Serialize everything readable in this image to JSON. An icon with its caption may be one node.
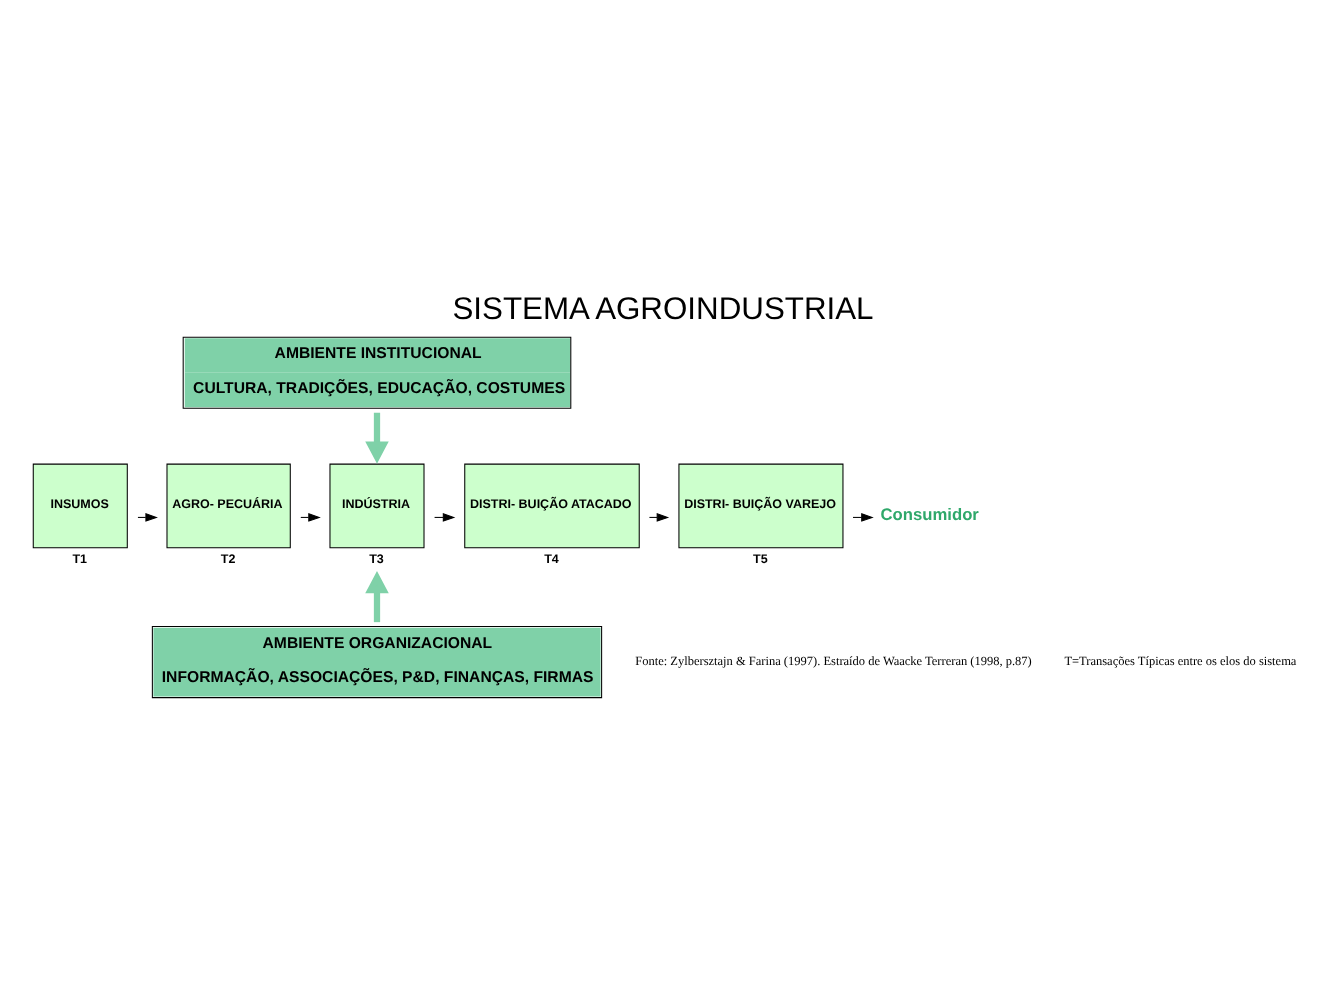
{
  "diagram": {
    "title": "SISTEMA AGROINDUSTRIAL",
    "nodes": [
      {
        "text": [
          "AMBIENTE INSTITUCIONAL",
          "CULTURA, TRADIÇÕES, EDUCAÇÃO, COSTUMES"
        ]
      },
      {
        "text": [
          "INSUMOS"
        ],
        "beside": [
          "T1"
        ]
      },
      {
        "text": [
          "AGRO- PECUÁRIA"
        ],
        "beside": [
          "T2"
        ]
      },
      {
        "text": [
          "INDÚSTRIA"
        ],
        "beside": [
          "T3"
        ]
      },
      {
        "text": [
          "DISTRI- BUIÇÃO ATACADO"
        ],
        "beside": [
          "T4"
        ]
      },
      {
        "text": [
          "DISTRI- BUIÇÃO VAREJO"
        ],
        "beside": [
          "T5"
        ]
      },
      {
        "text": [
          "Consumidor"
        ]
      },
      {
        "text": [
          "AMBIENTE ORGANIZACIONAL",
          "INFORMAÇÃO, ASSOCIAÇÕES, P&D, FINANÇAS, FIRMAS"
        ]
      }
    ],
    "edges": [
      {
        "from": 0,
        "to": 3,
        "arrow": "to",
        "style": "thick",
        "color": "#7fd1a8"
      },
      {
        "from": 1,
        "to": 2,
        "arrow": "to"
      },
      {
        "from": 2,
        "to": 3,
        "arrow": "to"
      },
      {
        "from": 3,
        "to": 4,
        "arrow": "to"
      },
      {
        "from": 4,
        "to": 5,
        "arrow": "to"
      },
      {
        "from": 5,
        "to": 6,
        "arrow": "to"
      },
      {
        "from": 7,
        "to": 3,
        "arrow": "to",
        "style": "thick",
        "color": "#7fd1a8"
      }
    ],
    "labels": [
      "Fonte: Zylbersztajn & Farina (1997). Estraído de Waacke Terreran (1998, p.87)",
      "T=Transações Típicas entre os elos do sistema"
    ]
  }
}
